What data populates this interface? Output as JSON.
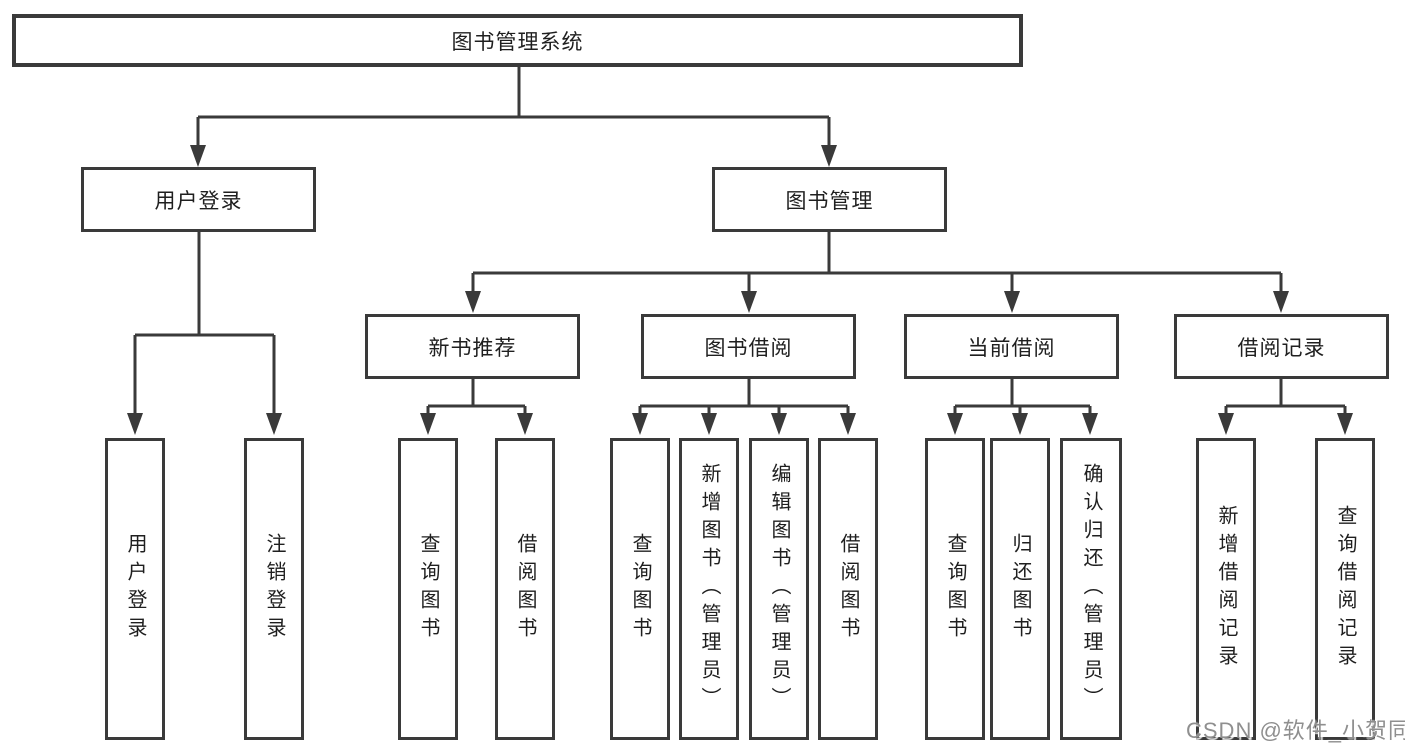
{
  "colors": {
    "line": "#3a3a3a",
    "box_border": "#3a3a3a",
    "text": "#1f1f1f",
    "watermark_text": "#8f8f8f",
    "background": "#ffffff"
  },
  "watermark": {
    "text": "CSDN @软件_小贺同学"
  },
  "tree": {
    "root": {
      "label": "图书管理系统"
    },
    "branches": [
      {
        "label": "用户登录",
        "children": [
          {
            "label": "用户登录"
          },
          {
            "label": "注销登录"
          }
        ]
      },
      {
        "label": "图书管理",
        "children": [
          {
            "label": "新书推荐",
            "children": [
              {
                "label": "查询图书"
              },
              {
                "label": "借阅图书"
              }
            ]
          },
          {
            "label": "图书借阅",
            "children": [
              {
                "label": "查询图书"
              },
              {
                "label": "新增图书（管理员）"
              },
              {
                "label": "编辑图书（管理员）"
              },
              {
                "label": "借阅图书"
              }
            ]
          },
          {
            "label": "当前借阅",
            "children": [
              {
                "label": "查询图书"
              },
              {
                "label": "归还图书"
              },
              {
                "label": "确认归还（管理员）"
              }
            ]
          },
          {
            "label": "借阅记录",
            "children": [
              {
                "label": "新增借阅记录"
              },
              {
                "label": "查询借阅记录"
              }
            ]
          }
        ]
      }
    ]
  }
}
